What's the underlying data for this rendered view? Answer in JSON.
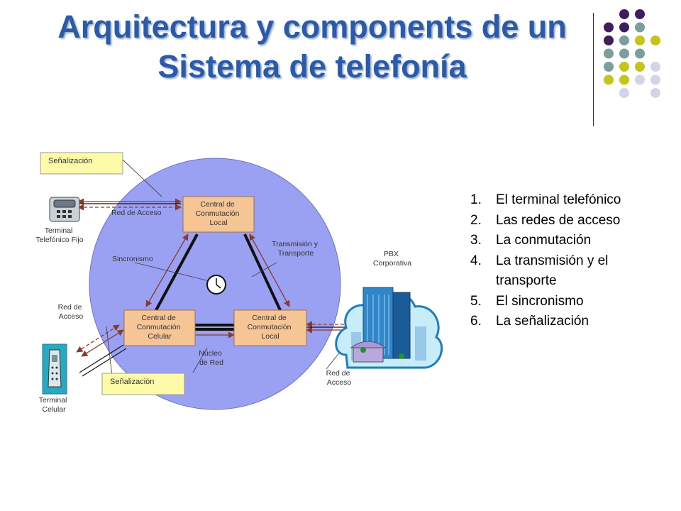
{
  "title": {
    "line1": "Arquitectura y components de un",
    "line2": "Sistema de telefonía"
  },
  "list": [
    {
      "num": "1.",
      "text": "El terminal telefónico"
    },
    {
      "num": "2.",
      "text": "Las redes de acceso"
    },
    {
      "num": "3.",
      "text": "La conmutación"
    },
    {
      "num": "4.",
      "text": "La transmisión y el transporte"
    },
    {
      "num": "5.",
      "text": "El sincronismo"
    },
    {
      "num": "6.",
      "text": "La señalización"
    }
  ],
  "diagram": {
    "senalizacion_top": "Señalización",
    "senalizacion_bottom": "Señalización",
    "red_acceso_top": "Red de Acceso",
    "terminal_fijo": [
      "Terminal",
      "Telefónico Fijo"
    ],
    "red_acceso_left": [
      "Red de",
      "Acceso"
    ],
    "terminal_celular": [
      "Terminal",
      "Celular"
    ],
    "central_local_top": [
      "Central de",
      "Conmutación",
      "Local"
    ],
    "central_celular": [
      "Central de",
      "Conmutación",
      "Celular"
    ],
    "central_local_right": [
      "Central de",
      "Conmutación",
      "Local"
    ],
    "sincronismo": "Sincronismo",
    "transmision": [
      "Transmisión y",
      "Transporte"
    ],
    "nucleo": [
      "Núcleo",
      "de Red"
    ],
    "pbx": [
      "PBX",
      "Corporativa"
    ],
    "red_acceso_right": [
      "Red de",
      "Acceso"
    ]
  },
  "colors": {
    "title": "#2a5aa8",
    "circle": "#9aa0f2",
    "central_box": "#f5c596",
    "senal_box": "#fdfba8",
    "arrow": "#8b3a2a",
    "dot_purple": "#3f1e5e",
    "dot_teal": "#7a9f9c",
    "dot_yellow": "#c5c41b",
    "dot_lavender": "#d4d4e8"
  }
}
